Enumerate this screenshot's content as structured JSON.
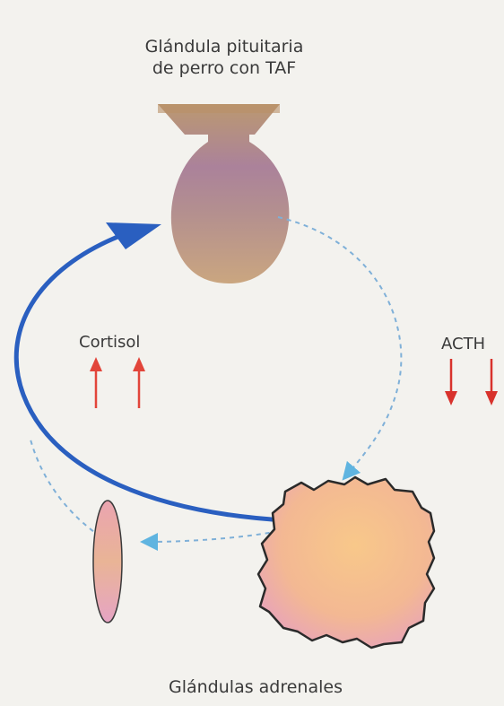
{
  "labels": {
    "pituitary_line1": "Glándula pituitaria",
    "pituitary_line2": "de perro con TAF",
    "cortisol": "Cortisol",
    "acth": "ACTH",
    "adrenals": "Glándulas adrenales"
  },
  "colors": {
    "background": "#f3f2ee",
    "cortisol_arrow": "#2a5fc0",
    "dashed_arrow": "#7fb0d8",
    "up_arrows": "#e2453a",
    "down_arrows": "#d8322c",
    "outline": "#2a2a2a"
  },
  "indicators": {
    "cortisol": "increased",
    "acth": "decreased"
  }
}
